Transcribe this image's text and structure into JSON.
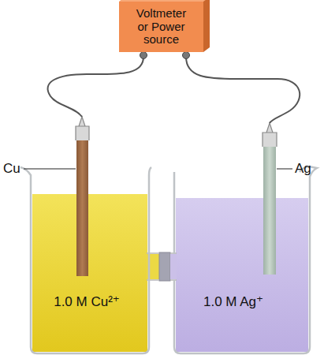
{
  "diagram": {
    "nodes": [
      {
        "text": [
          "Voltmeter or Power source"
        ]
      }
    ],
    "labels": [
      "Cu",
      "Ag",
      "1.0 M Cu²⁺",
      "1.0 M Ag⁺"
    ]
  }
}
